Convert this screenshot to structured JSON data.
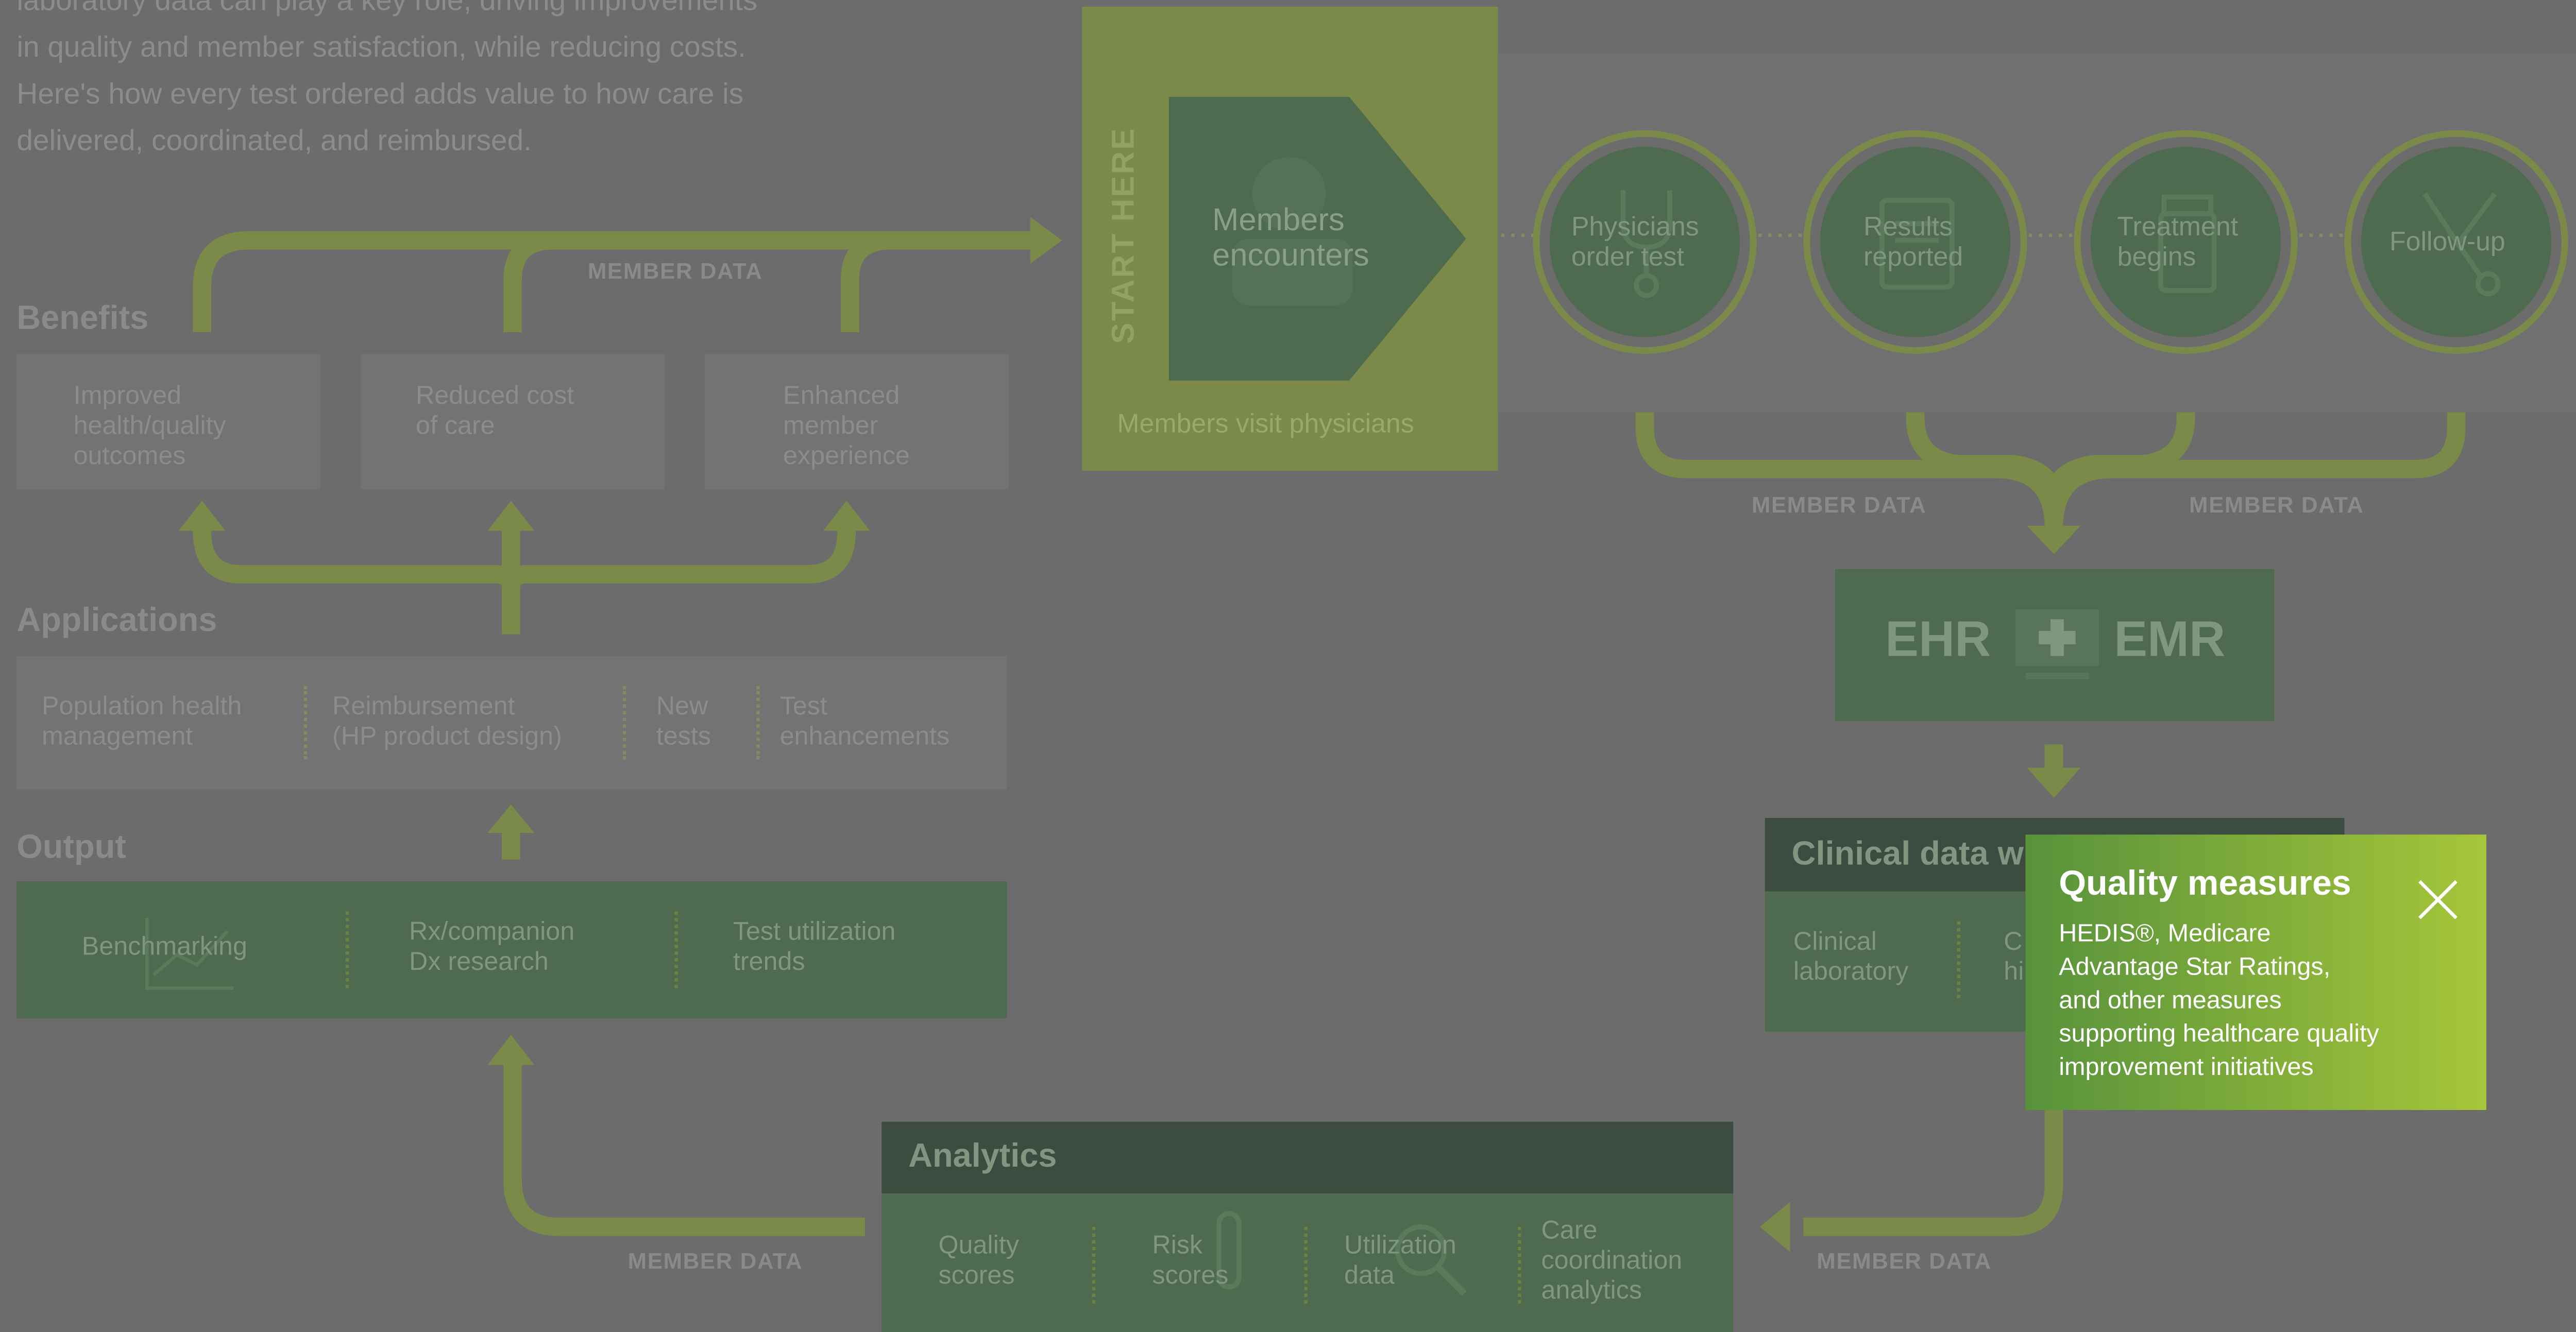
{
  "intro": {
    "line1": "laboratory data can play a key role, driving improvements",
    "line2": "in quality and member satisfaction, while reducing costs.",
    "line3": "Here's how every test ordered adds value to how care is",
    "line4": "delivered, coordinated, and reimbursed."
  },
  "member_data_label": "MEMBER DATA",
  "benefits": {
    "title": "Benefits",
    "items": [
      {
        "line1": "Improved",
        "line2": "health/quality",
        "line3": "outcomes"
      },
      {
        "line1": "Reduced cost",
        "line2": "of care"
      },
      {
        "line1": "Enhanced",
        "line2": "member",
        "line3": "experience"
      }
    ]
  },
  "applications": {
    "title": "Applications",
    "items": [
      {
        "line1": "Population health",
        "line2": "management"
      },
      {
        "line1": "Reimbursement",
        "line2": "(HP product design)"
      },
      {
        "line1": "New",
        "line2": "tests"
      },
      {
        "line1": "Test",
        "line2": "enhancements"
      }
    ]
  },
  "output": {
    "title": "Output",
    "items": [
      {
        "line1": "Benchmarking"
      },
      {
        "line1": "Rx/companion",
        "line2": "Dx research"
      },
      {
        "line1": "Test utilization",
        "line2": "trends"
      }
    ]
  },
  "start": {
    "vertical": "START HERE",
    "encounter_line1": "Members",
    "encounter_line2": "encounters",
    "caption": "Members visit physicians"
  },
  "steps": [
    {
      "line1": "Physicians",
      "line2": "order test",
      "icon": "stethoscope-icon"
    },
    {
      "line1": "Results",
      "line2": "reported",
      "icon": "report-icon"
    },
    {
      "line1": "Treatment",
      "line2": "begins",
      "icon": "pill-bottle-icon"
    },
    {
      "line1": "Follow-up",
      "icon": "stethoscope-icon"
    }
  ],
  "ehr": {
    "left": "EHR",
    "right": "EMR"
  },
  "clinical": {
    "title": "Clinical data w",
    "items": [
      {
        "line1": "Clinical",
        "line2": "laboratory"
      },
      {
        "line1": "C",
        "line2": "hi"
      }
    ]
  },
  "analytics": {
    "title": "Analytics",
    "items": [
      {
        "line1": "Quality",
        "line2": "scores"
      },
      {
        "line1": "Risk",
        "line2": "scores"
      },
      {
        "line1": "Utilization",
        "line2": "data"
      },
      {
        "line1": "Care",
        "line2": "coordination",
        "line3": "analytics"
      }
    ]
  },
  "popup": {
    "title": "Quality measures",
    "line1": "HEDIS®, Medicare",
    "line2": "Advantage Star Ratings,",
    "line3": "and other measures",
    "line4": "supporting healthcare quality",
    "line5": "improvement initiatives"
  },
  "colors": {
    "overlay": "#6c6c6c",
    "muted_green": "#7b8a48",
    "dark_green": "#4e6a4f",
    "popup_start": "#57923b",
    "popup_end": "#a6c63a"
  }
}
